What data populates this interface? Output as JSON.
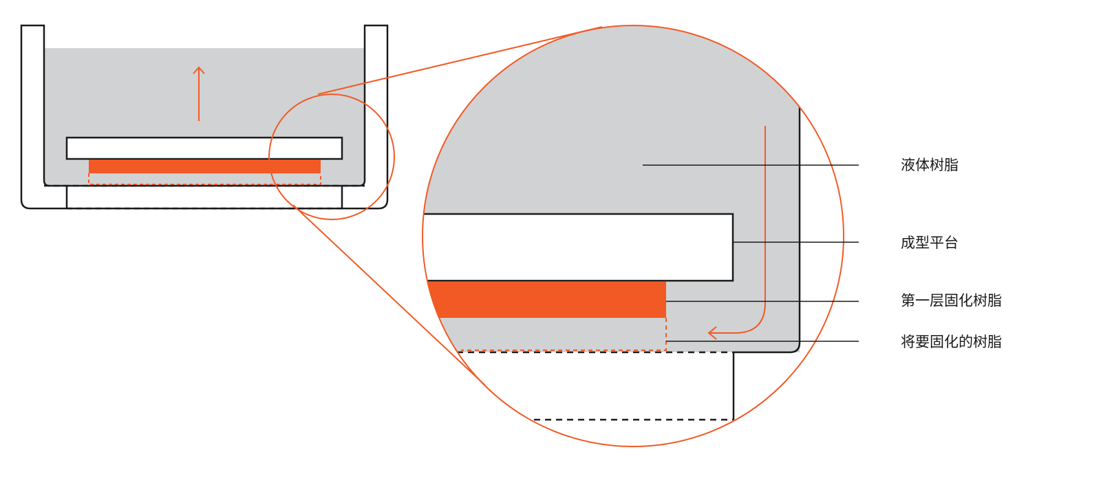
{
  "labels": {
    "liquid_resin": "液体树脂",
    "build_platform": "成型平台",
    "first_layer_cured_resin": "第一层固化树脂",
    "resin_to_be_cured": "将要固化的树脂"
  },
  "colors": {
    "accent": "#f15a24",
    "resin": "#d1d2d4",
    "line": "#1a1a1a",
    "background": "#ffffff"
  },
  "icons": {
    "motion_up": "arrow-up-icon",
    "resin_flow": "flow-arrow-icon"
  }
}
